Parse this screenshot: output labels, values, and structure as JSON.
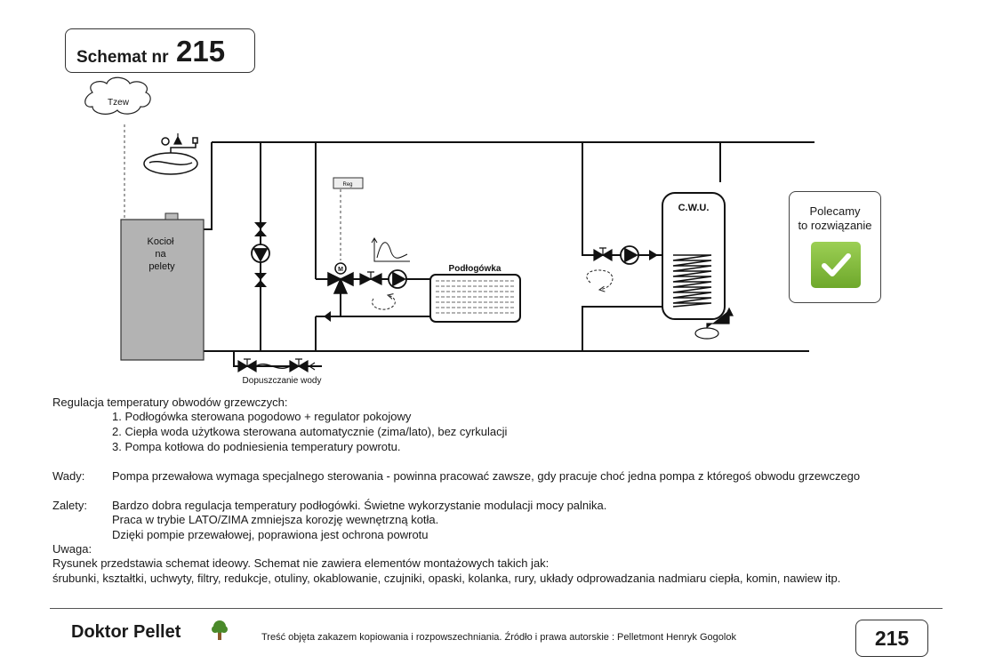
{
  "header": {
    "title_label": "Schemat nr",
    "title_number": "215"
  },
  "diagram": {
    "labels": {
      "outside": "Tzew",
      "boiler": "Kocioł\nna\npelety",
      "floor": "Podłogówka",
      "dhw": "C.W.U.",
      "water_fill": "Dopuszczanie wody",
      "controller": "Reg"
    }
  },
  "recommend": {
    "text": "Polecamy\nto rozwiązanie"
  },
  "description": {
    "heading": "Regulacja temperatury obwodów grzewczych:",
    "items": [
      "1. Podłogówka sterowana pogodowo + regulator pokojowy",
      "2. Ciepła woda użytkowa sterowana automatycznie (zima/lato), bez cyrkulacji",
      "3. Pompa kotłowa do podniesienia temperatury powrotu."
    ],
    "wady_label": "Wady:",
    "wady_text": "Pompa przewałowa wymaga specjalnego sterowania - powinna pracować zawsze, gdy pracuje choć jedna pompa z któregoś obwodu grzewczego",
    "zalety_label": "Zalety:",
    "zalety_lines": [
      "Bardzo dobra regulacja temperatury podłogówki. Świetne wykorzystanie modulacji mocy palnika.",
      "Praca w trybie LATO/ZIMA zmniejsza korozję wewnętrzną kotła.",
      "Dzięki pompie przewałowej, poprawiona jest ochrona powrotu"
    ],
    "uwaga_label": "Uwaga:",
    "uwaga_lines": [
      "Rysunek przedstawia schemat ideowy. Schemat nie zawiera elementów montażowych takich jak:",
      "śrubunki, kształtki, uchwyty, filtry, redukcje, otuliny, okablowanie, czujniki, opaski, kolanka, rury, układy odprowadzania nadmiaru ciepła, komin, nawiew itp."
    ]
  },
  "footer": {
    "brand": "Doktor Pellet",
    "copyright": "Treść objęta zakazem kopiowania i rozpowszechniania.  Źródło i prawa autorskie : Pelletmont Henryk Gogolok",
    "page_number": "215"
  },
  "colors": {
    "check_green": "#7cb83a",
    "boiler_gray": "#b3b3b3",
    "tree_green": "#4a8a2a",
    "tree_trunk": "#8a5a2b"
  }
}
